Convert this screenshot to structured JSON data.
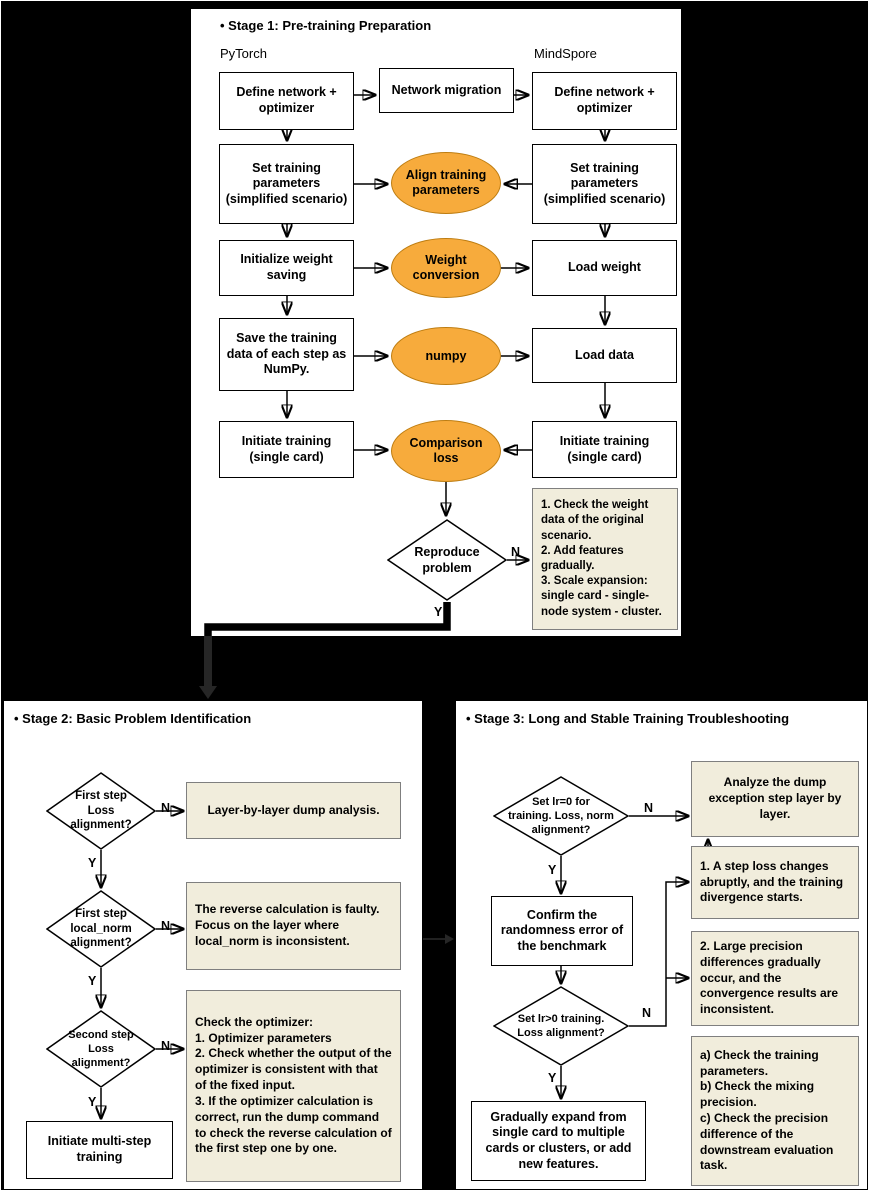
{
  "colors": {
    "page_bg": "#000000",
    "panel_bg": "#ffffff",
    "box_border": "#000000",
    "ellipse_fill": "#F7AB3C",
    "ellipse_border": "#BE7D11",
    "note_fill": "#F1EDDC",
    "note_border": "#7F7F7F"
  },
  "stage1": {
    "title": "• Stage 1: Pre-training Preparation",
    "left_label": "PyTorch",
    "right_label": "MindSpore",
    "left_boxes": [
      "Define network + optimizer",
      "Set training parameters (simplified scenario)",
      "Initialize weight saving",
      "Save the training data of each step as NumPy.",
      "Initiate training (single card)"
    ],
    "migration_box": "Network migration",
    "ellipses": [
      "Align training parameters",
      "Weight conversion",
      "numpy",
      "Comparison loss"
    ],
    "right_boxes": [
      "Define network + optimizer",
      "Set training parameters (simplified scenario)",
      "Load weight",
      "Load data",
      "Initiate training (single card)"
    ],
    "decision": "Reproduce\nproblem",
    "no_label": "N",
    "yes_label": "Y",
    "note": "1. Check the weight data of the original scenario.\n2. Add features gradually.\n3. Scale expansion: single card - single-node system - cluster."
  },
  "stage2": {
    "title": "• Stage 2: Basic Problem Identification",
    "decisions": [
      "First step\nLoss\nalignment?",
      "First step\nlocal_norm\nalignment?",
      "Second step\nLoss\nalignment?"
    ],
    "notes": [
      "Layer-by-layer dump analysis.",
      "The reverse calculation is faulty. Focus on the layer where local_norm is inconsistent.",
      "Check the optimizer:\n1. Optimizer parameters\n2. Check whether the output of the optimizer is consistent with that of the fixed input.\n3. If the optimizer calculation is correct, run the dump command to check the reverse calculation of the first step one by one."
    ],
    "end_box": "Initiate multi-step training",
    "no_label": "N",
    "yes_label": "Y"
  },
  "stage3": {
    "title": "• Stage 3: Long and Stable Training Troubleshooting",
    "decision1": "Set lr=0 for\ntraining. Loss, norm\nalignment?",
    "mid_box": "Confirm the randomness error of the benchmark",
    "decision2": "Set lr>0 training.\nLoss alignment?",
    "end_box": "Gradually expand from single card to multiple cards or clusters, or add new features.",
    "notes": [
      "Analyze the dump exception step layer by layer.",
      "1. A step loss changes abruptly, and the training divergence starts.",
      "2. Large precision differences gradually occur, and the convergence results are inconsistent.",
      "a) Check the training parameters.\nb) Check the mixing precision.\nc) Check the precision difference of the downstream evaluation task."
    ],
    "no_label": "N",
    "yes_label": "Y"
  }
}
